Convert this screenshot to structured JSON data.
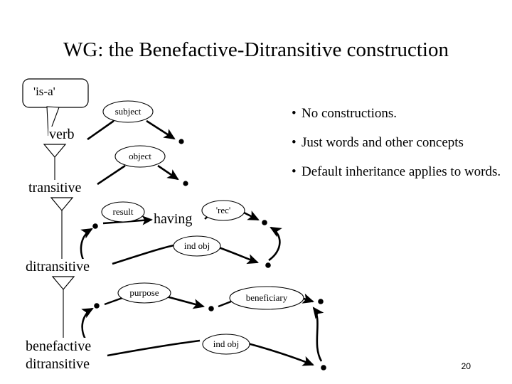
{
  "slide": {
    "title": "WG: the Benefactive-Ditransitive construction",
    "page_number": "20",
    "background_color": "#ffffff",
    "ink_color": "#000000"
  },
  "bullets": [
    {
      "marker": "•",
      "text": "No constructions."
    },
    {
      "marker": "•",
      "text": "Just words and other concepts"
    },
    {
      "marker": "•",
      "text": "Default inheritance applies to words."
    }
  ],
  "diagram": {
    "callout": {
      "text": "'is-a'"
    },
    "hierarchy_nodes": [
      {
        "id": "verb",
        "label": "verb"
      },
      {
        "id": "transitive",
        "label": "transitive"
      },
      {
        "id": "ditransitive",
        "label": "ditransitive"
      },
      {
        "id": "benefactive-ditransitive",
        "label_line1": "benefactive",
        "label_line2": "ditransitive"
      }
    ],
    "isa_links": [
      {
        "from": "verb",
        "to": "transitive"
      },
      {
        "from": "transitive",
        "to": "ditransitive"
      },
      {
        "from": "ditransitive",
        "to": "benefactive-ditransitive"
      }
    ],
    "relation_labels": [
      {
        "id": "subject",
        "label": "subject",
        "from": "verb"
      },
      {
        "id": "object",
        "label": "object",
        "from": "transitive"
      },
      {
        "id": "result",
        "label": "result",
        "from": "ditransitive",
        "to": "having"
      },
      {
        "id": "rec",
        "label": "'rec'",
        "from": "having"
      },
      {
        "id": "ind-obj-1",
        "label": "ind obj",
        "from": "ditransitive"
      },
      {
        "id": "purpose",
        "label": "purpose",
        "from": "benefactive-ditransitive"
      },
      {
        "id": "beneficiary",
        "label": "beneficiary"
      },
      {
        "id": "ind-obj-2",
        "label": "ind obj",
        "from": "benefactive-ditransitive"
      }
    ],
    "concept_nodes": [
      {
        "id": "having",
        "label": "having"
      }
    ]
  }
}
